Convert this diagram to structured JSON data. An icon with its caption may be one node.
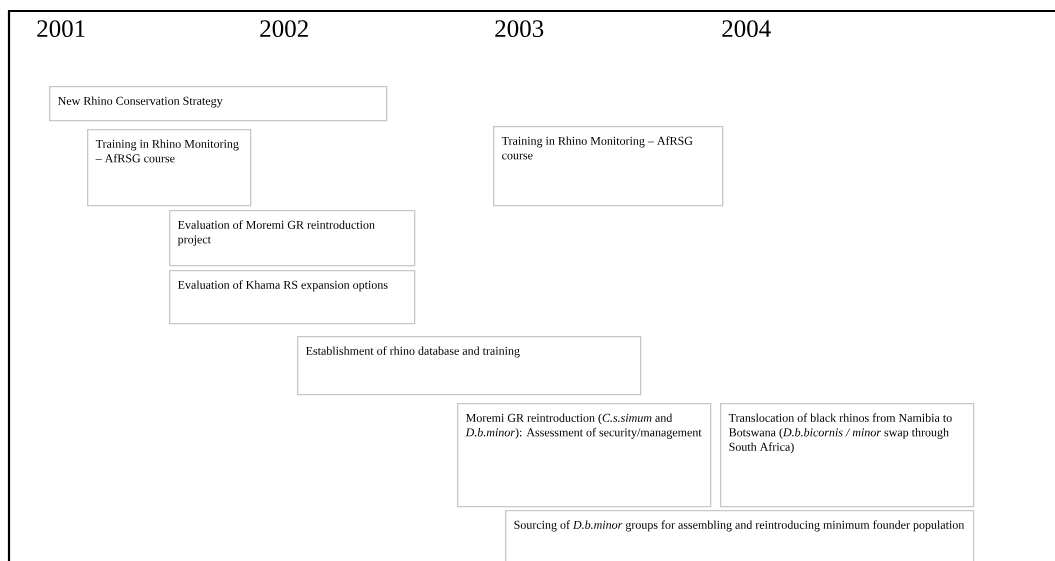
{
  "diagram": {
    "nodes": [
      {
        "text": [
          "New Rhino Conservation Strategy"
        ]
      },
      {
        "text": [
          "Training in Rhino Monitoring – AfRSG course"
        ]
      },
      {
        "text": [
          "Training in Rhino Monitoring – AfRSG course"
        ]
      },
      {
        "text": [
          "Evaluation of Moremi GR reintroduction project"
        ]
      },
      {
        "text": [
          "Evaluation of Khama RS expansion options"
        ]
      },
      {
        "text": [
          "Establishment of rhino database and training"
        ]
      },
      {
        "text": [
          "Moremi GR reintroduction (*C.s.simum* and *D.b.minor*): Assessment of security/management"
        ]
      },
      {
        "text": [
          "Translocation of black rhinos from Namibia to Botswana (*D.b.bicornis / minor* swap through South Africa)"
        ]
      },
      {
        "text": [
          "Sourcing of *D.b.minor* groups for assembling and reintroducing minimum founder population"
        ]
      }
    ],
    "labels": [
      "2001",
      "2002",
      "2003",
      "2004"
    ]
  }
}
